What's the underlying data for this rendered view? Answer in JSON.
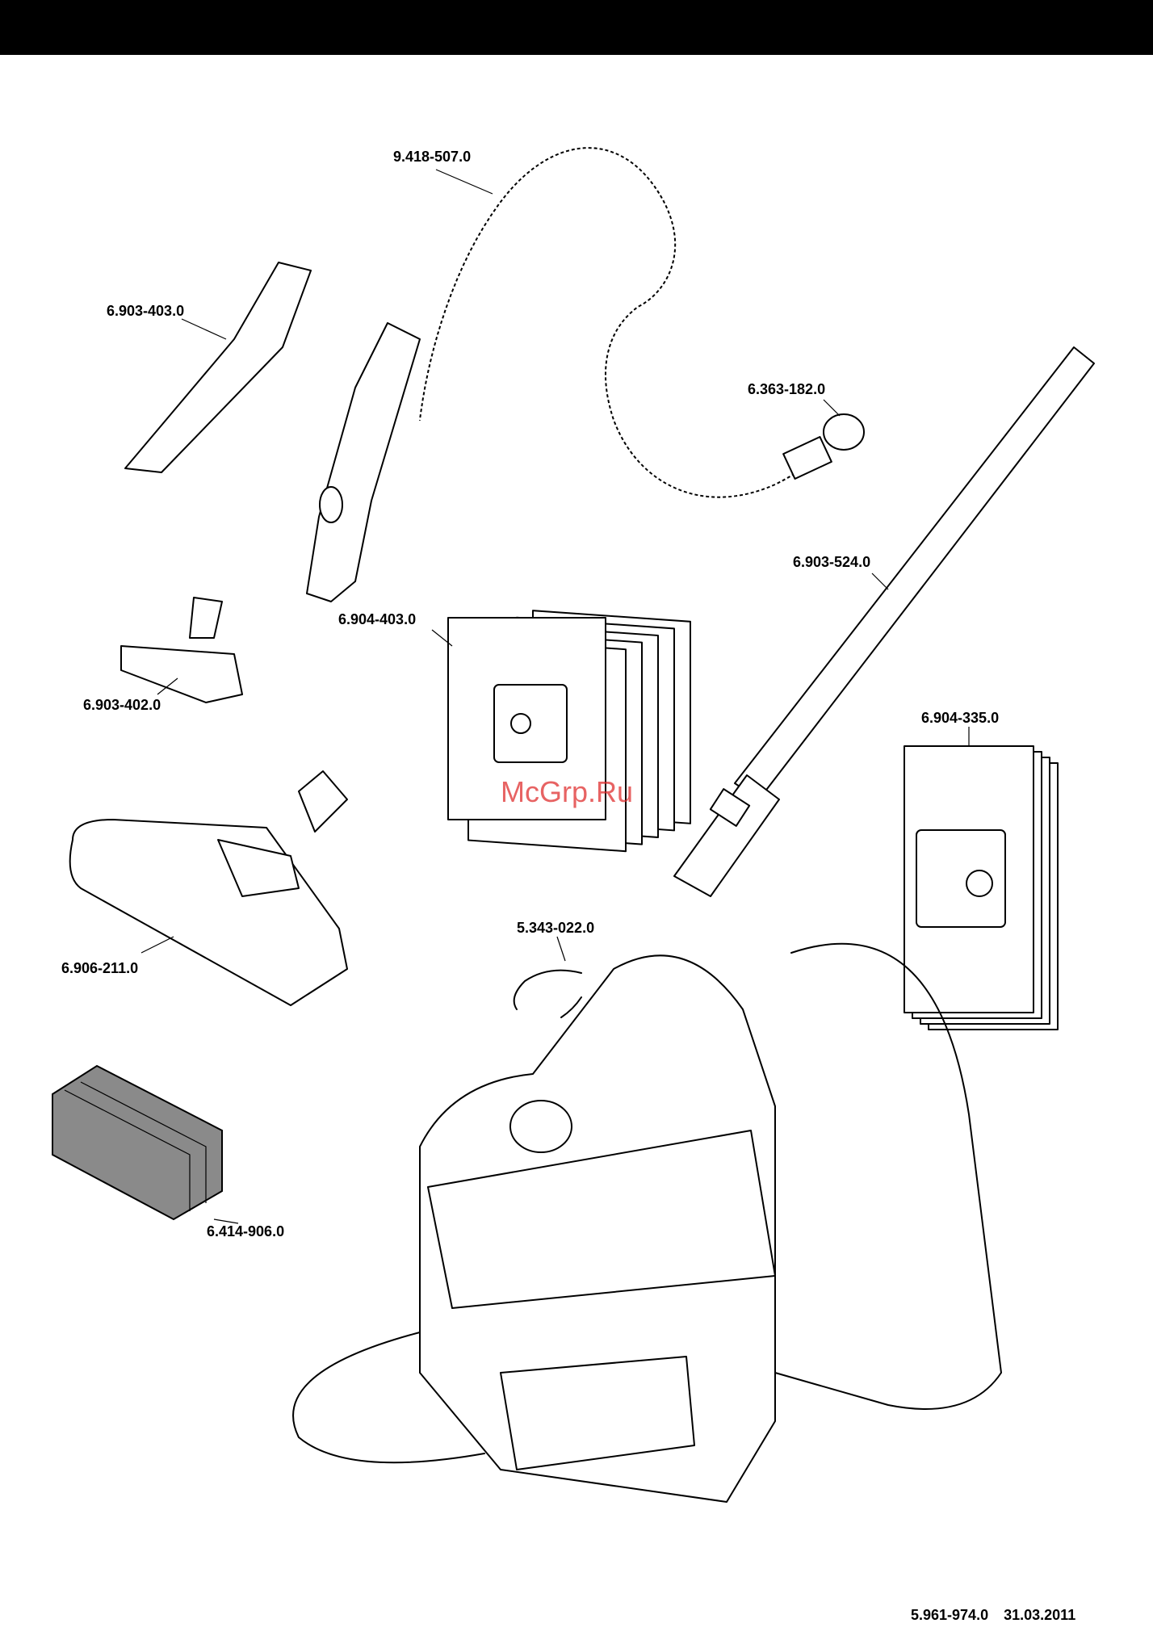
{
  "parts": [
    {
      "id": "hose",
      "number": "9.418-507.0"
    },
    {
      "id": "crevice-nozzle",
      "number": "6.903-403.0"
    },
    {
      "id": "o-ring",
      "number": "6.363-182.0"
    },
    {
      "id": "suction-tube",
      "number": "6.903-524.0"
    },
    {
      "id": "filter-bags",
      "number": "6.904-403.0"
    },
    {
      "id": "upholstery-nozzle",
      "number": "6.903-402.0"
    },
    {
      "id": "fleece-bags",
      "number": "6.904-335.0"
    },
    {
      "id": "floor-nozzle",
      "number": "6.906-211.0"
    },
    {
      "id": "clip",
      "number": "5.343-022.0"
    },
    {
      "id": "foam-filter",
      "number": "6.414-906.0"
    }
  ],
  "watermark": "McGrp.Ru",
  "footer": {
    "doc_number": "5.961-974.0",
    "date": "31.03.2011"
  },
  "colors": {
    "header_bar": "#000000",
    "watermark": "#e03030",
    "foam": "#8a8a8a"
  }
}
